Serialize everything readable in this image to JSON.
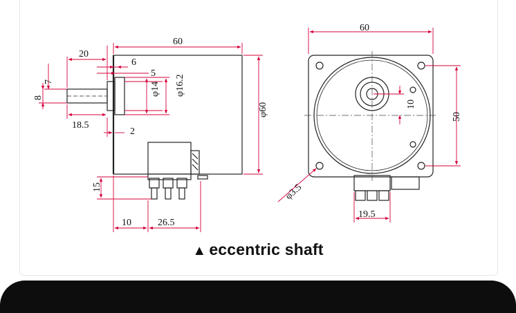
{
  "caption": {
    "marker": "▲",
    "text": "eccentric shaft"
  },
  "side_view": {
    "dims": {
      "body_width": "60",
      "shaft_length": "20",
      "flange_step": "6",
      "flange_depth": "5",
      "shaft_offset": "7",
      "shaft_diameter": "8",
      "shaft_exposed": "18.5",
      "boss_small": "φ14",
      "boss_large": "φ16.2",
      "body_height": "φ60",
      "plate": "2",
      "terminal_height": "15",
      "terminal_offset": "10",
      "terminal_width": "26.5"
    }
  },
  "front_view": {
    "dims": {
      "width": "60",
      "hole_spacing": "50",
      "eccentricity": "10",
      "hole_diameter": "φ3.5",
      "terminal_width": "19.5"
    }
  },
  "colors": {
    "line": "#222222",
    "dimension": "#d4003a",
    "background": "#ffffff",
    "bottom_bar": "#0d0d0d"
  }
}
